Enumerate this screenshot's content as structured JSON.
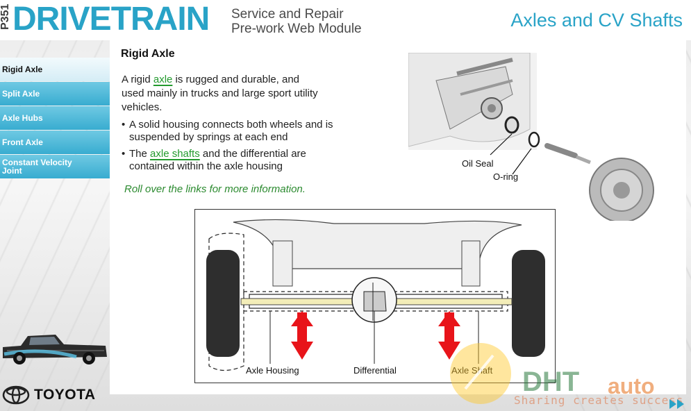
{
  "header": {
    "code": "P351",
    "brand": "DRIVETRAIN",
    "subtitle_line1": "Service and Repair",
    "subtitle_line2": "Pre-work Web Module",
    "section": "Axles and CV Shafts"
  },
  "sidebar": {
    "items": [
      {
        "label": "Rigid Axle",
        "active": true
      },
      {
        "label": "Split Axle",
        "active": false
      },
      {
        "label": "Axle Hubs",
        "active": false
      },
      {
        "label": "Front Axle",
        "active": false
      },
      {
        "label": "Constant Velocity Joint",
        "active": false
      }
    ]
  },
  "content": {
    "title": "Rigid Axle",
    "para_pre": "A rigid ",
    "para_link": "axle",
    "para_post": " is rugged and durable, and used mainly in trucks and large sport utility vehicles.",
    "bullet1": "A solid housing connects both wheels and is suspended by springs at each end",
    "bullet2_pre": "The ",
    "bullet2_link": "axle shafts",
    "bullet2_post": " and the differential are contained within the axle housing",
    "hint": "Roll over the links for more information."
  },
  "diagram": {
    "label_housing": "Axle Housing",
    "label_differential": "Differential",
    "label_shaft": "Axle Shaft"
  },
  "parts": {
    "label_oil_seal": "Oil Seal",
    "label_o_ring": "O-ring"
  },
  "logo": {
    "wordmark": "TOYOTA"
  },
  "watermark": {
    "brand": "DHT",
    "brand2": "auto",
    "tagline": "Sharing creates success"
  },
  "colors": {
    "accent": "#29a3c7",
    "link": "#239a2e",
    "arrow": "#e8141a"
  }
}
